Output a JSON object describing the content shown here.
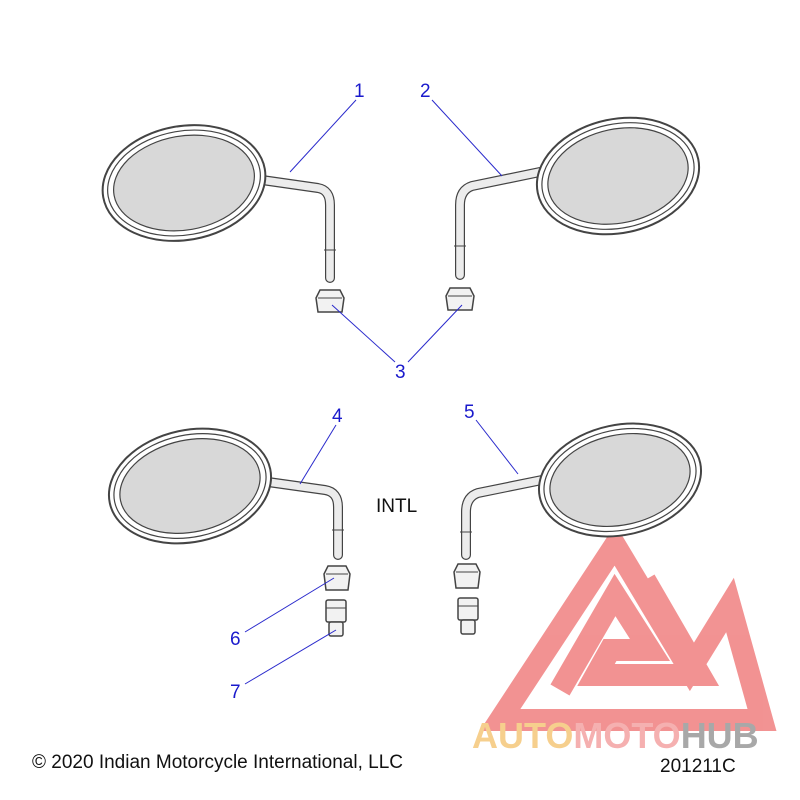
{
  "diagram": {
    "callouts": [
      "1",
      "2",
      "3",
      "4",
      "5",
      "6",
      "7"
    ],
    "variant_label": "INTL",
    "copyright": "© 2020 Indian Motorcycle International, LLC",
    "diagram_code": "201211C"
  },
  "watermark": {
    "word_part1": "AUTO",
    "word_part2": "MOTO",
    "word_part3": "HUB",
    "colors": {
      "triangle": "#f08080",
      "auto": "#f5c77a",
      "moto": "#f4a3a3",
      "hub": "#9a9a9a"
    }
  }
}
